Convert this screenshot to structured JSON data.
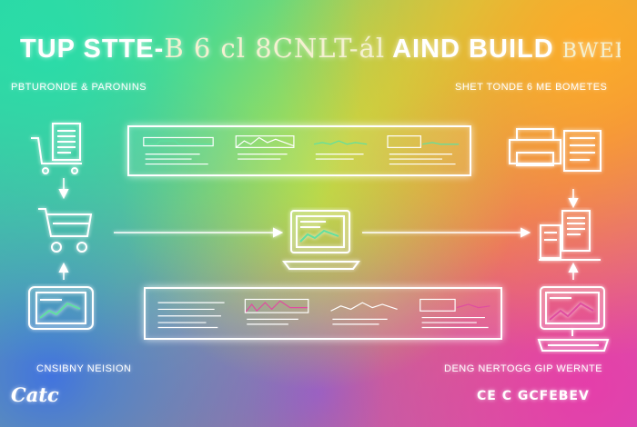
{
  "header": {
    "title_main": "TUP STTE-",
    "title_mid": "B 6 cl 8CNLT-ál",
    "title_bold": "AIND BUILD",
    "title_tail": "BWEBITE",
    "subtitle_left": "PBTURONDE  & PARONINS",
    "subtitle_right": "SHET TONDE 6 ME BOMETES"
  },
  "captions": {
    "left": "CNSIBNY NEISION",
    "right": "DENG NERTOGG GIP WERNTE"
  },
  "footer": {
    "logo_left": "Catc",
    "logo_right": "CE C GCFEBEV"
  },
  "colors": {
    "stroke": "#ffffff",
    "accent_green": "#5fe0a0",
    "accent_pink": "#e04ca0"
  },
  "icons": [
    "document-cart-icon",
    "shopping-cart-icon",
    "tablet-icon",
    "laptop-icon",
    "printer-icon",
    "document-server-icon",
    "desktop-monitor-icon"
  ]
}
